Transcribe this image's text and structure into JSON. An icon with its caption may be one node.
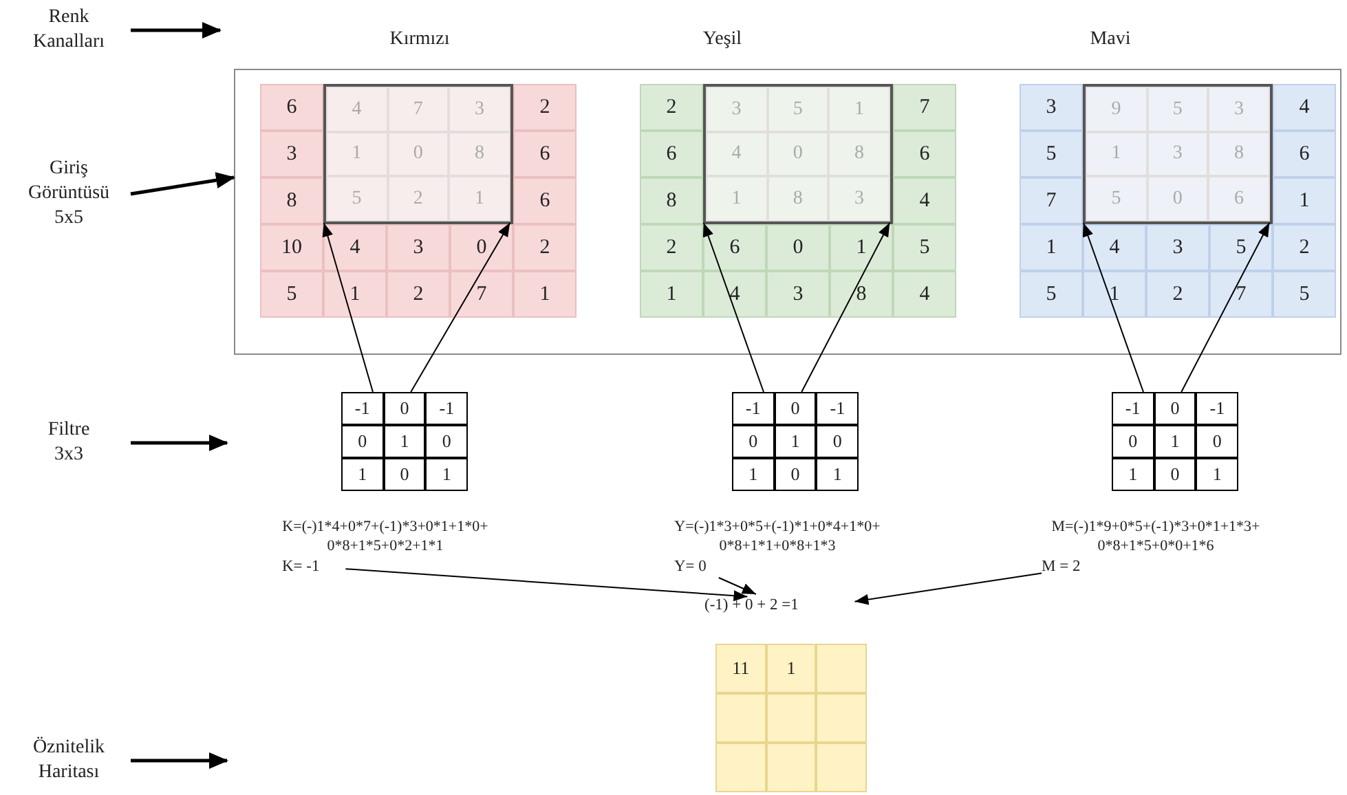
{
  "diagram": {
    "nodes": [
      {
        "text": [
          "Renk Kanalları"
        ]
      },
      {
        "text": [
          "Giriş Görüntüsü 5x5"
        ]
      },
      {
        "text": [
          "Filtre 3x3"
        ]
      },
      {
        "text": [
          "Öznitelik Haritası"
        ]
      },
      {
        "text": [],
        "shape": "box"
      },
      {
        "text": [
          "6",
          "2",
          "3",
          "6",
          "8",
          "6",
          "10",
          "4",
          "3",
          "0",
          "2",
          "5",
          "1",
          "2",
          "7",
          "1"
        ],
        "in": 4
      },
      {
        "text": [
          "4",
          "7",
          "3",
          "1",
          "0",
          "8",
          "5",
          "2",
          "1"
        ],
        "in": 5
      },
      {
        "text": [
          "2",
          "7",
          "6",
          "6",
          "8",
          "4",
          "2",
          "6",
          "0",
          "1",
          "5",
          "1",
          "4",
          "3",
          "8",
          "4"
        ],
        "in": 4
      },
      {
        "text": [
          "3",
          "5",
          "1",
          "4",
          "0",
          "8",
          "1",
          "8",
          "3"
        ],
        "in": 7
      },
      {
        "text": [
          "3",
          "4",
          "5",
          "6",
          "7",
          "1",
          "1",
          "4",
          "3",
          "5",
          "2",
          "5",
          "1",
          "2",
          "7",
          "5"
        ],
        "in": 4
      },
      {
        "text": [
          "9",
          "5",
          "3",
          "1",
          "3",
          "8",
          "5",
          "0",
          "6"
        ],
        "in": 9
      },
      {
        "text": [
          "-1",
          "0",
          "-1",
          "0",
          "1",
          "0",
          "1",
          "0",
          "1"
        ]
      },
      {
        "text": [
          "-1",
          "0",
          "-1",
          "0",
          "1",
          "0",
          "1",
          "0",
          "1"
        ]
      },
      {
        "text": [
          "-1",
          "0",
          "-1",
          "0",
          "1",
          "0",
          "1",
          "0",
          "1"
        ]
      },
      {
        "text": [
          "K= -1"
        ]
      },
      {
        "text": [
          "Y= 0"
        ]
      },
      {
        "text": [
          "M = 2"
        ]
      },
      {
        "text": [
          "(-1) + 0 + 2 =1"
        ]
      },
      {
        "text": [
          "11",
          "1"
        ]
      }
    ],
    "edges": [
      {
        "from": 0,
        "to": null,
        "arrow": "to",
        "style": "thick"
      },
      {
        "from": 1,
        "to": 4,
        "arrow": "to",
        "style": "thick"
      },
      {
        "from": 2,
        "to": null,
        "arrow": "to",
        "style": "thick"
      },
      {
        "from": 3,
        "to": null,
        "arrow": "to",
        "style": "thick"
      },
      {
        "from": 11,
        "to": 6,
        "arrow": "to"
      },
      {
        "from": 11,
        "to": 6,
        "arrow": "to"
      },
      {
        "from": 12,
        "to": 8,
        "arrow": "to"
      },
      {
        "from": 12,
        "to": 8,
        "arrow": "to"
      },
      {
        "from": 13,
        "to": 10,
        "arrow": "to"
      },
      {
        "from": 13,
        "to": 10,
        "arrow": "to"
      },
      {
        "from": 14,
        "to": 17,
        "arrow": "to"
      },
      {
        "from": 15,
        "to": 17,
        "arrow": "to"
      },
      {
        "from": 16,
        "to": 17,
        "arrow": "to"
      }
    ],
    "labels": [
      "Kırmızı",
      "Yeşil",
      "Mavi",
      "K=(-)1*4+0*7+(-1)*3+0*1+1*0+ 0*8+1*5+0*2+1*1",
      "Y=(-)1*3+0*5+(-1)*1+0*4+1*0+ 0*8+1*1+0*8+1*3",
      "M=(-)1*9+0*5+(-1)*3+0*1+1*3+ 0*8+1*5+0*0+1*6"
    ]
  }
}
